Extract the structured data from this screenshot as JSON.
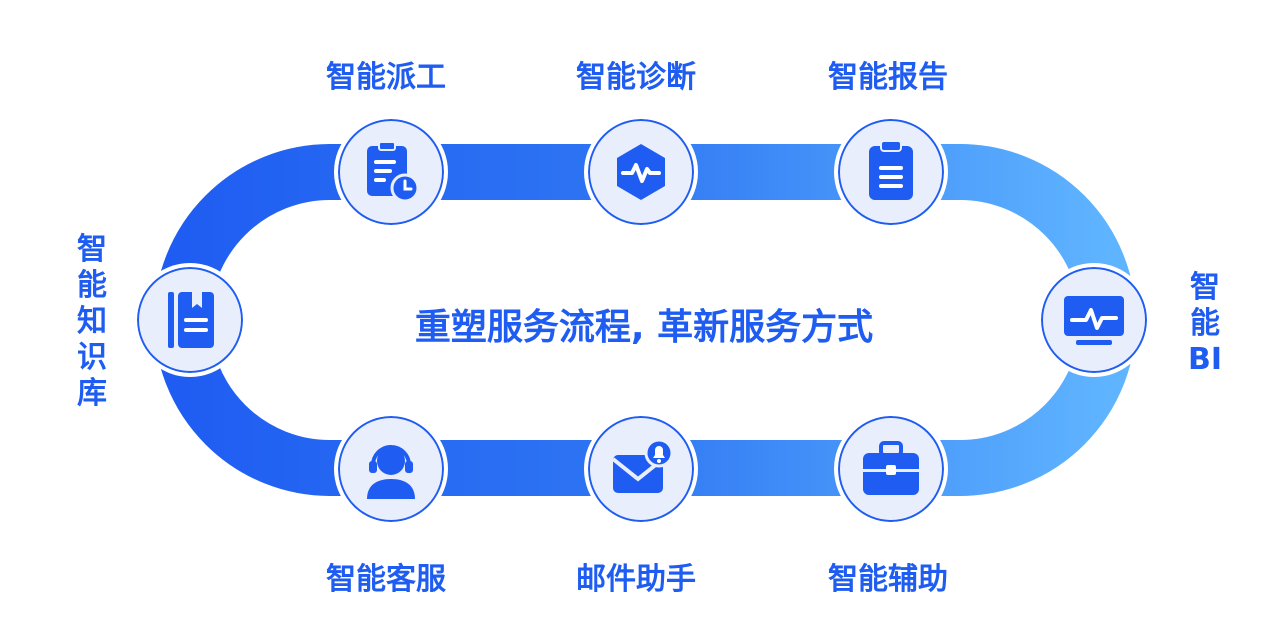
{
  "title": "重塑服务流程, 革新服务方式",
  "colors": {
    "primary": "#1f5df2",
    "light": "#5fb4ff",
    "node_bg": "#e9eefc"
  },
  "nodes": {
    "dispatch": {
      "label": "智能派工",
      "icon": "clipboard-clock-icon"
    },
    "diagnosis": {
      "label": "智能诊断",
      "icon": "pulse-hexagon-icon"
    },
    "report": {
      "label": "智能报告",
      "icon": "clipboard-list-icon"
    },
    "bi": {
      "label": "智能BI",
      "icon": "monitor-pulse-icon"
    },
    "assist": {
      "label": "智能辅助",
      "icon": "briefcase-icon"
    },
    "mail": {
      "label": "邮件助手",
      "icon": "mail-bell-icon"
    },
    "service": {
      "label": "智能客服",
      "icon": "headset-user-icon"
    },
    "knowledge": {
      "label": "智能知识库",
      "icon": "bookmark-book-icon"
    }
  }
}
